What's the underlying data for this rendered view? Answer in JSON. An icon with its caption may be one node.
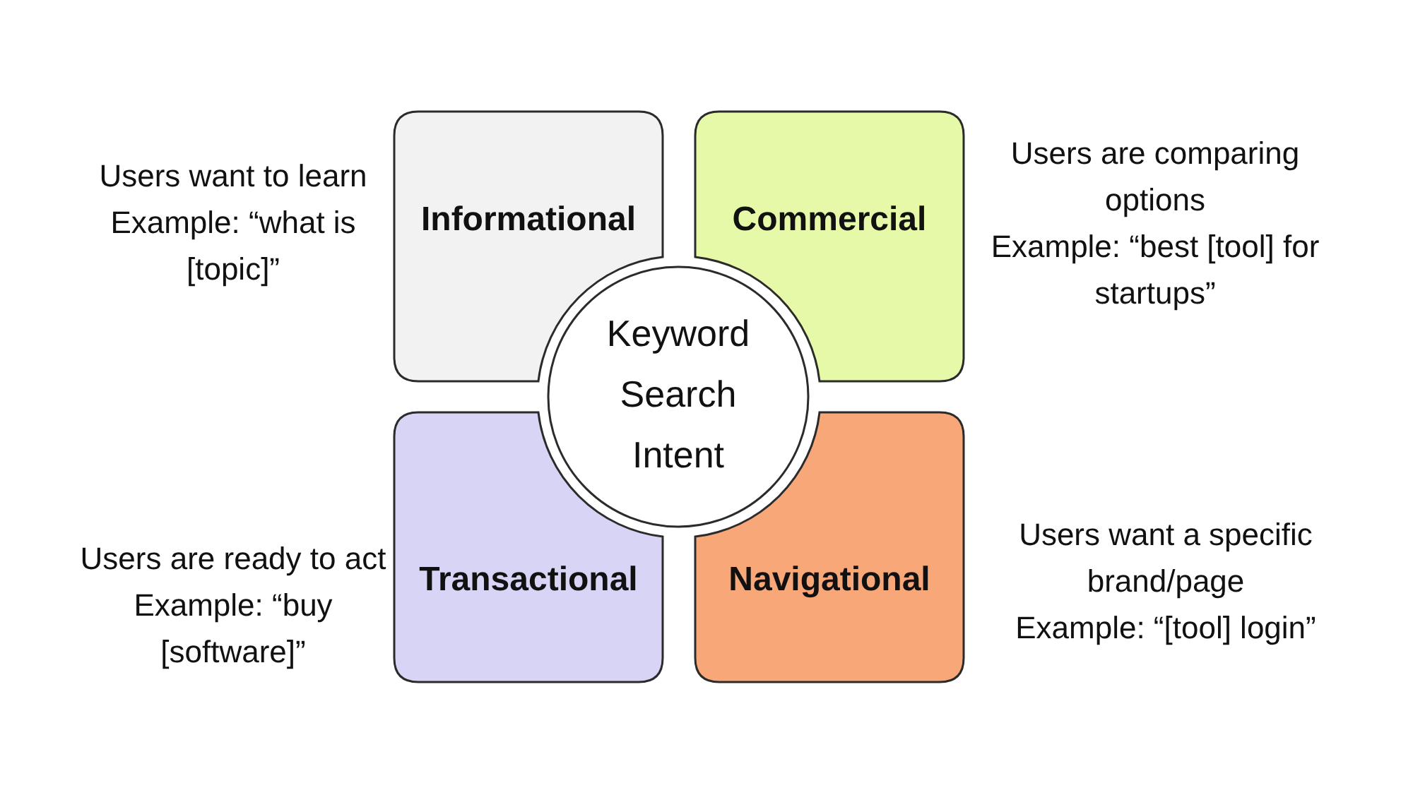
{
  "diagram": {
    "nodes": [
      {
        "text": [
          "Informational"
        ],
        "beside": [
          "Users want to learn",
          "Example: “what is [topic]”"
        ]
      },
      {
        "text": [
          "Commercial"
        ],
        "beside": [
          "Users are comparing options",
          "Example: “best [tool] for startups”"
        ]
      },
      {
        "text": [
          "Keyword Search Intent"
        ]
      },
      {
        "text": [
          "Transactional"
        ],
        "beside": [
          "Users are ready to act",
          "Example: “buy [software]”"
        ]
      },
      {
        "text": [
          "Navigational"
        ],
        "beside": [
          "Users want a specific brand/page",
          "Example: “[tool] login”"
        ]
      }
    ]
  }
}
